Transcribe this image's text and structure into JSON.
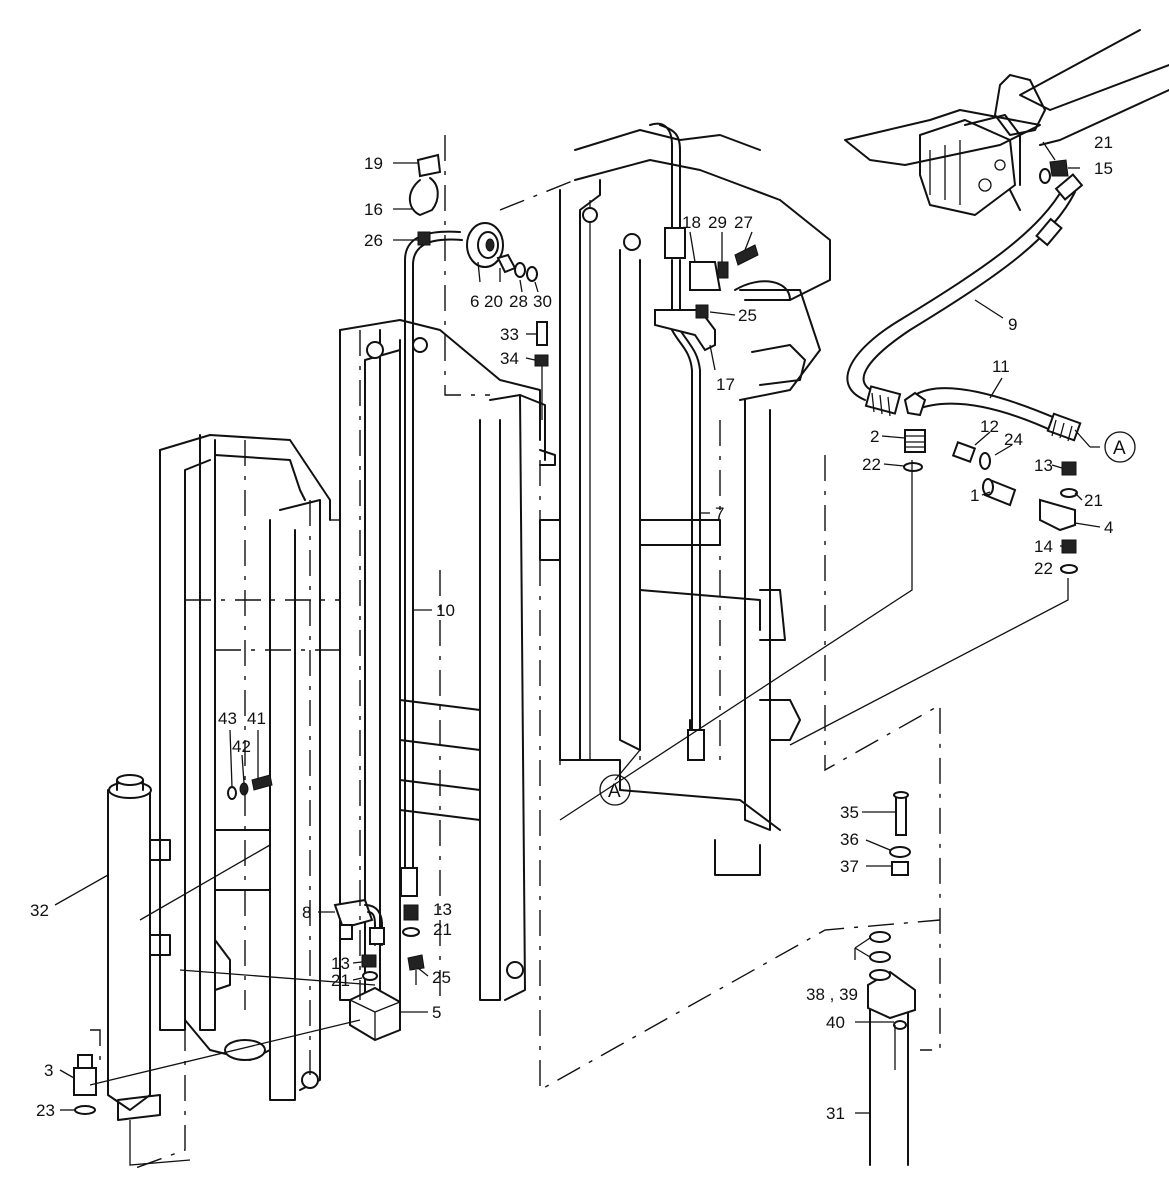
{
  "diagram": {
    "callouts": {
      "n1": "1",
      "n2": "2",
      "n3": "3",
      "n4": "4",
      "n5": "5",
      "n6": "6",
      "n7": "7",
      "n8": "8",
      "n9": "9",
      "n10": "10",
      "n11": "11",
      "n12": "12",
      "n13a": "13",
      "n13b": "13",
      "n13c": "13",
      "n14": "14",
      "n15": "15",
      "n16": "16",
      "n17": "17",
      "n18": "18",
      "n19": "19",
      "n20": "20",
      "n21a": "21",
      "n21b": "21",
      "n21c": "21",
      "n21d": "21",
      "n22a": "22",
      "n22b": "22",
      "n23": "23",
      "n24": "24",
      "n25a": "25",
      "n25b": "25",
      "n26": "26",
      "n27": "27",
      "n28": "28",
      "n29": "29",
      "n30": "30",
      "n31": "31",
      "n32": "32",
      "n33": "33",
      "n34": "34",
      "n35": "35",
      "n36": "36",
      "n37": "37",
      "n38_39": "38 , 39",
      "n40": "40",
      "n41": "41",
      "n42": "42",
      "n43": "43"
    },
    "section_markers": {
      "a_right": "A",
      "a_mid": "A"
    }
  }
}
